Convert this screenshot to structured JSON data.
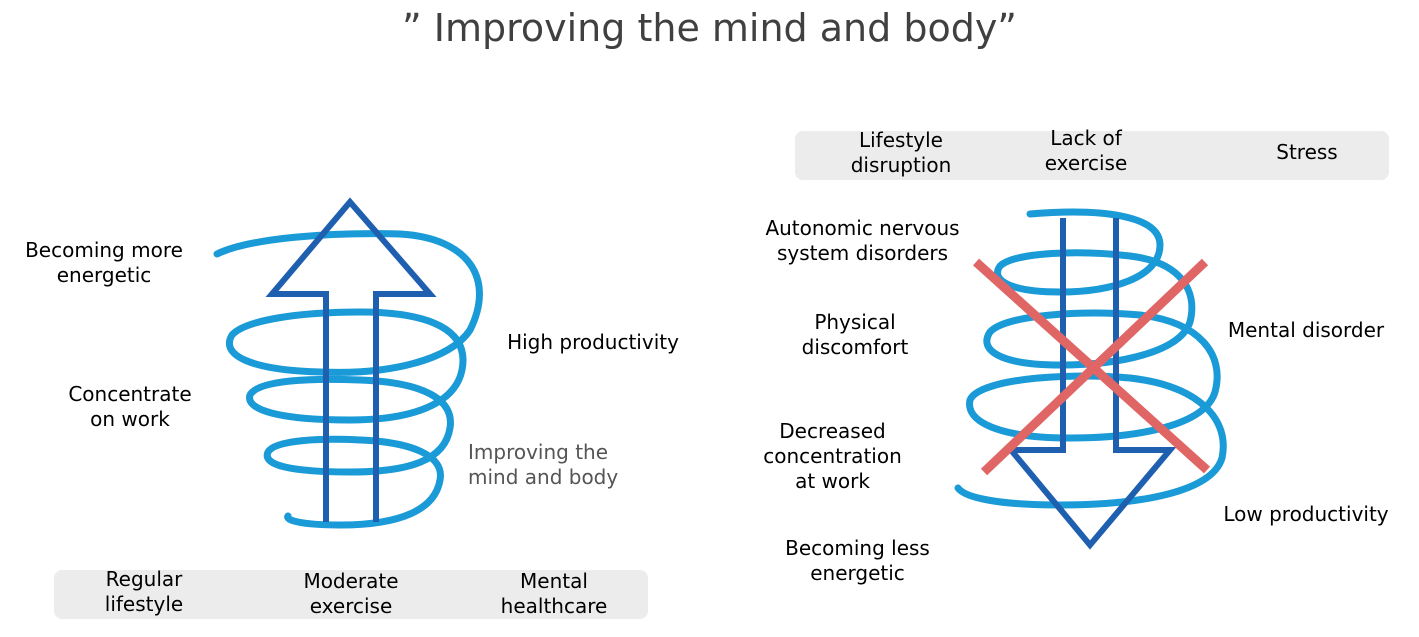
{
  "title": "” Improving the mind and body”",
  "left": {
    "labels": {
      "energetic": "Becoming more\nenergetic",
      "concentrate": "Concentrate\non work",
      "productivity": "High productivity",
      "improving": "Improving the\nmind and body"
    },
    "footer": [
      "Regular\nlifestyle",
      "Moderate\nexercise",
      "Mental\nhealthcare"
    ]
  },
  "right": {
    "header": [
      "Lifestyle\ndisruption",
      "Lack of\nexercise",
      "Stress"
    ],
    "labels": {
      "autonomic": "Autonomic nervous\nsystem disorders",
      "physical": "Physical\ndiscomfort",
      "mental": "Mental disorder",
      "decreased": "Decreased\nconcentration\nat work",
      "low_productivity": "Low productivity",
      "less_energetic": "Becoming less\nenergetic"
    }
  },
  "colors": {
    "spiral": "#1a9ad6",
    "arrow": "#1f5fb0",
    "cross": "#e06565",
    "box": "#ececec"
  },
  "icons": [
    "up-arrow-icon",
    "down-arrow-icon",
    "spiral-icon",
    "cross-mark-icon"
  ]
}
